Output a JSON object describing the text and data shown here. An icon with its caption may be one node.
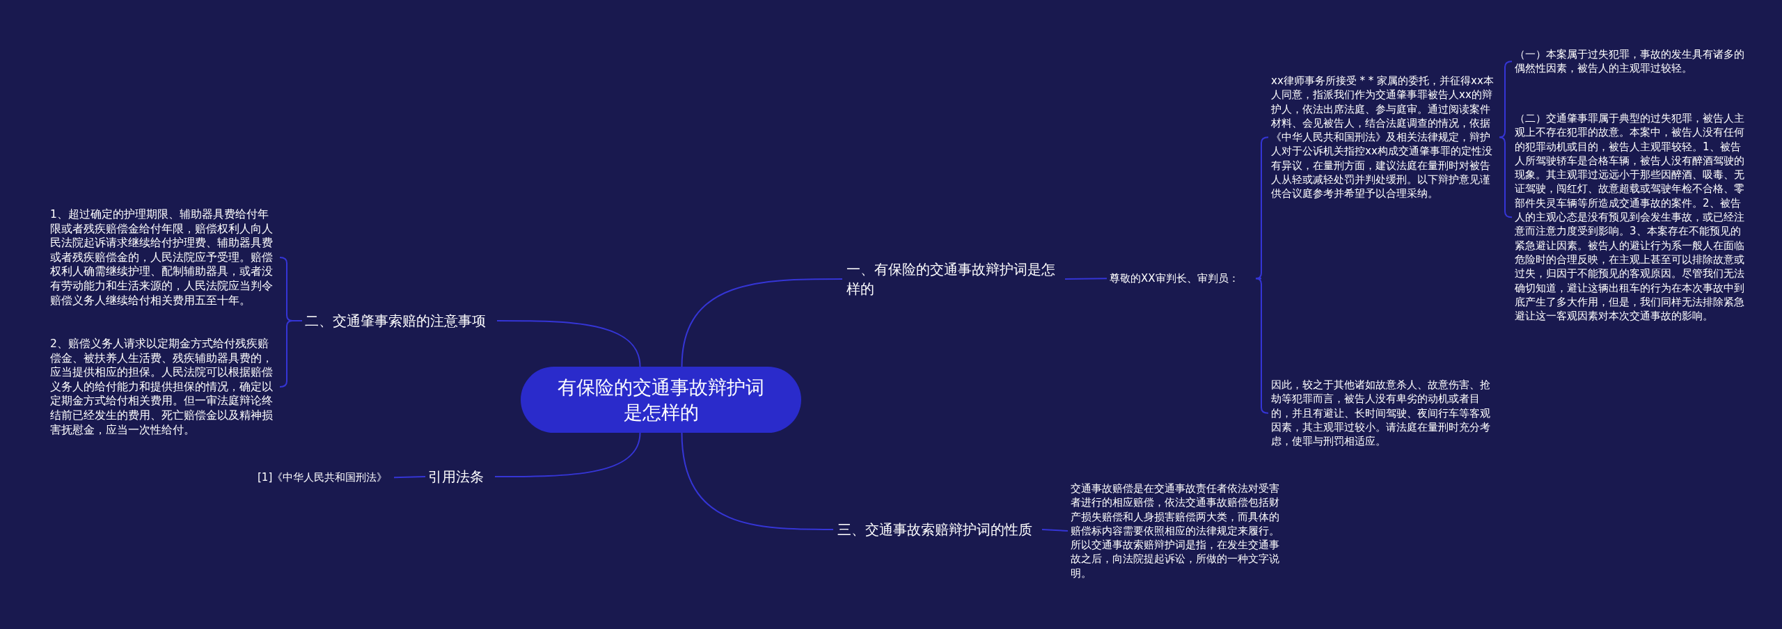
{
  "diagram": {
    "nodes": [
      {
        "text": [
          "有保险的交通事故辩护词是怎样的"
        ]
      },
      {
        "text": [
          "一、有保险的交通事故辩护词是怎样的"
        ]
      },
      {
        "text": [
          "尊敬的XX审判长、审判员："
        ]
      },
      {
        "text": [
          "xx律师事务所接受 * * 家属的委托，并征得xx本人同意，指派我们作为交通肇事罪被告人xx的辩护人，依法出席法庭、参与庭审。通过阅读案件材料、会见被告人，结合法庭调查的情况，依据《中华人民共和国刑法》及相关法律规定，辩护人对于公诉机关指控xx构成交通肇事罪的定性没有异议，在量刑方面，建议法庭在量刑时对被告人从轻或减轻处罚并判处缓刑。以下辩护意见谨供合议庭参考并希望予以合理采纳。"
        ]
      },
      {
        "text": [
          "（一）本案属于过失犯罪，事故的发生具有诸多的偶然性因素，被告人的主观罪过较轻。"
        ]
      },
      {
        "text": [
          "（二）交通肇事罪属于典型的过失犯罪，被告人主观上不存在犯罪的故意。本案中，被告人没有任何的犯罪动机或目的，被告人主观罪较轻。1、被告人所驾驶轿车是合格车辆，被告人没有醉酒驾驶的现象。其主观罪过远远小于那些因醉酒、吸毒、无证驾驶，闯红灯、故意超载或驾驶年检不合格、零部件失灵车辆等所造成交通事故的案件。2、被告人的主观心态是没有预见到会发生事故，或已经注意而注意力度受到影响。3、本案存在不能预见的紧急避让因素。被告人的避让行为系一般人在面临危险时的合理反映，在主观上甚至可以排除故意或过失，归因于不能预见的客观原因。尽管我们无法确切知道，避让这辆出租车的行为在本次事故中到底产生了多大作用，但是，我们同样无法排除紧急避让这一客观因素对本次交通事故的影响。"
        ]
      },
      {
        "text": [
          "因此，较之于其他诸如故意杀人、故意伤害、抢劫等犯罪而言，被告人没有卑劣的动机或者目的，并且有避让、长时间驾驶、夜间行车等客观因素，其主观罪过较小。请法庭在量刑时充分考虑，使罪与刑罚相适应。"
        ]
      },
      {
        "text": [
          "二、交通肇事索赔的注意事项"
        ]
      },
      {
        "text": [
          "1、超过确定的护理期限、辅助器具费给付年限或者残疾赔偿金给付年限，赔偿权利人向人民法院起诉请求继续给付护理费、辅助器具费或者残疾赔偿金的，人民法院应予受理。赔偿权利人确需继续护理、配制辅助器具，或者没有劳动能力和生活来源的，人民法院应当判令赔偿义务人继续给付相关费用五至十年。"
        ]
      },
      {
        "text": [
          "2、赔偿义务人请求以定期金方式给付残疾赔偿金、被扶养人生活费、残疾辅助器具费的，应当提供相应的担保。人民法院可以根据赔偿义务人的给付能力和提供担保的情况，确定以定期金方式给付相关费用。但一审法庭辩论终结前已经发生的费用、死亡赔偿金以及精神损害抚慰金，应当一次性给付。"
        ]
      },
      {
        "text": [
          "引用法条"
        ]
      },
      {
        "text": [
          "[1]《中华人民共和国刑法》"
        ]
      },
      {
        "text": [
          "三、交通事故索赔辩护词的性质"
        ]
      },
      {
        "text": [
          "交通事故赔偿是在交通事故责任者依法对受害者进行的相应赔偿，依法交通事故赔偿包括财产损失赔偿和人身损害赔偿两大类，而具体的赔偿标内容需要依照相应的法律规定来履行。所以交通事故索赔辩护词是指，在发生交通事故之后，向法院提起诉讼，所做的一种文字说明。"
        ]
      }
    ],
    "edges": [
      {
        "from": 0,
        "to": 1,
        "arrow": "none"
      },
      {
        "from": 1,
        "to": 2,
        "arrow": "none"
      },
      {
        "from": 2,
        "to": 3,
        "arrow": "none"
      },
      {
        "from": 3,
        "to": 4,
        "arrow": "none"
      },
      {
        "from": 3,
        "to": 5,
        "arrow": "none"
      },
      {
        "from": 2,
        "to": 6,
        "arrow": "none"
      },
      {
        "from": 0,
        "to": 7,
        "arrow": "none"
      },
      {
        "from": 7,
        "to": 8,
        "arrow": "none"
      },
      {
        "from": 7,
        "to": 9,
        "arrow": "none"
      },
      {
        "from": 0,
        "to": 10,
        "arrow": "none"
      },
      {
        "from": 10,
        "to": 11,
        "arrow": "none"
      },
      {
        "from": 0,
        "to": 12,
        "arrow": "none"
      },
      {
        "from": 12,
        "to": 13,
        "arrow": "none"
      }
    ]
  }
}
